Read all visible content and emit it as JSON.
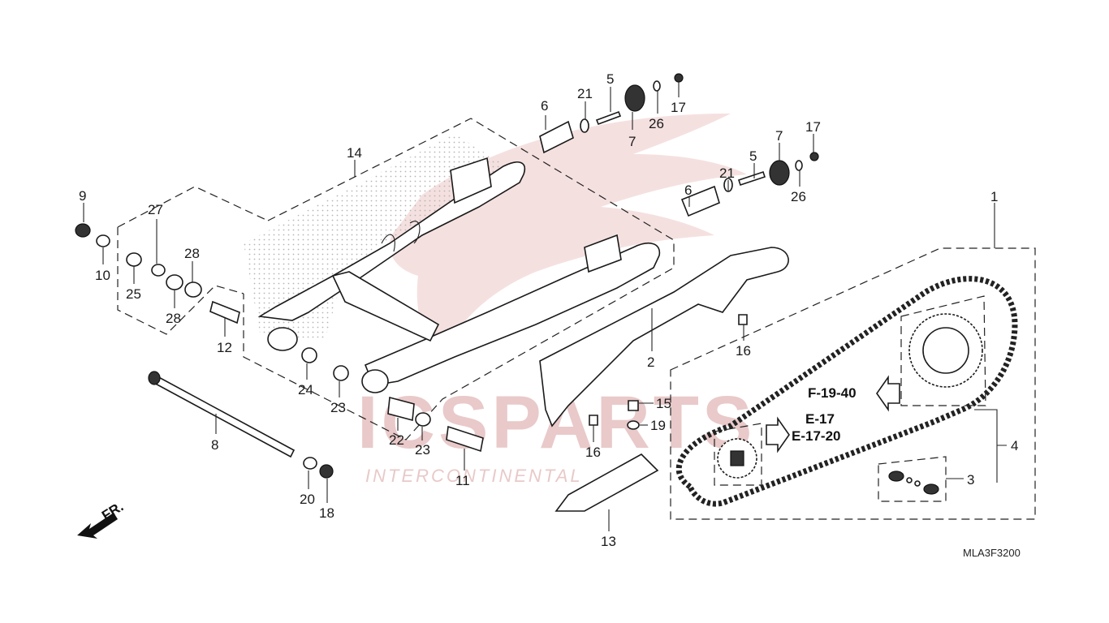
{
  "diagram_code": "MLA3F3200",
  "direction_label": "FR.",
  "watermark": {
    "brand": "ICSPARTS",
    "tagline": "INTERCONTINENTAL"
  },
  "references": {
    "ref_f": "F-19-40",
    "ref_e1": "E-17",
    "ref_e2": "E-17-20"
  },
  "callouts": {
    "c1": "1",
    "c2": "2",
    "c3": "3",
    "c4": "4",
    "c5a": "5",
    "c5b": "5",
    "c6a": "6",
    "c6b": "6",
    "c7a": "7",
    "c7b": "7",
    "c8": "8",
    "c9": "9",
    "c10": "10",
    "c11": "11",
    "c12": "12",
    "c13": "13",
    "c14": "14",
    "c15": "15",
    "c16a": "16",
    "c16b": "16",
    "c17a": "17",
    "c17b": "17",
    "c18": "18",
    "c19": "19",
    "c20": "20",
    "c21a": "21",
    "c21b": "21",
    "c22": "22",
    "c23a": "23",
    "c23b": "23",
    "c24": "24",
    "c25": "25",
    "c26a": "26",
    "c26b": "26",
    "c27": "27",
    "c28a": "28",
    "c28b": "28"
  },
  "colors": {
    "line": "#1a1a1a",
    "watermark": "#e9c9c9",
    "stipple": "#b5b5b5"
  }
}
